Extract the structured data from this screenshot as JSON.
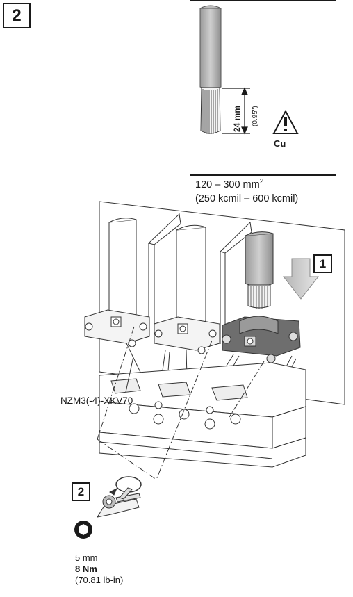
{
  "step_main": "2",
  "strip": {
    "length": "24 mm",
    "length_in": "(0.95\")",
    "material": "Cu"
  },
  "cross_section": {
    "metric": "120 – 300 mm",
    "metric_sup": "2",
    "imperial": "(250 kcmil – 600 kcmil)"
  },
  "steps": {
    "insert": "1",
    "tighten": "2"
  },
  "part_number": "NZM3(-4)-XKV70",
  "tool": {
    "hex_size": "5 mm",
    "torque_nm": "8 Nm",
    "torque_lbin": "(70.81 lb-in)"
  }
}
